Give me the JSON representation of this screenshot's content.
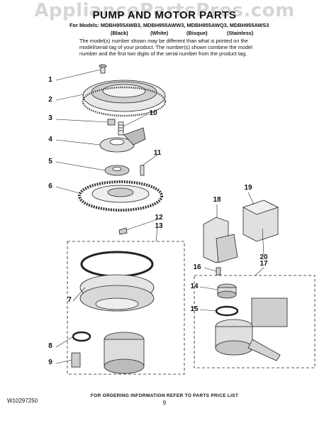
{
  "watermark": "AppliancePartsPros.com",
  "title": "PUMP AND MOTOR PARTS",
  "models_line": "For Models: MDBH955AWB3, MDBH955AWW3, MDBH955AWQ3, MDBH955AWS3",
  "colors": [
    "(Black)",
    "(White)",
    "(Bisque)",
    "(Stainless)"
  ],
  "note": "The model(s) number shown may be different than what is printed on the model/serial tag of your product. The number(s) shown combine the model number and the first two digits of the serial number from the product tag.",
  "callouts": [
    "1",
    "2",
    "3",
    "10",
    "4",
    "11",
    "5",
    "6",
    "12",
    "13",
    "7",
    "8",
    "9",
    "18",
    "19",
    "20",
    "16",
    "17",
    "14",
    "15"
  ],
  "footer": "FOR ORDERING INFORMATION REFER TO PARTS PRICE LIST",
  "doc_number": "W10297250",
  "page_number": "9"
}
